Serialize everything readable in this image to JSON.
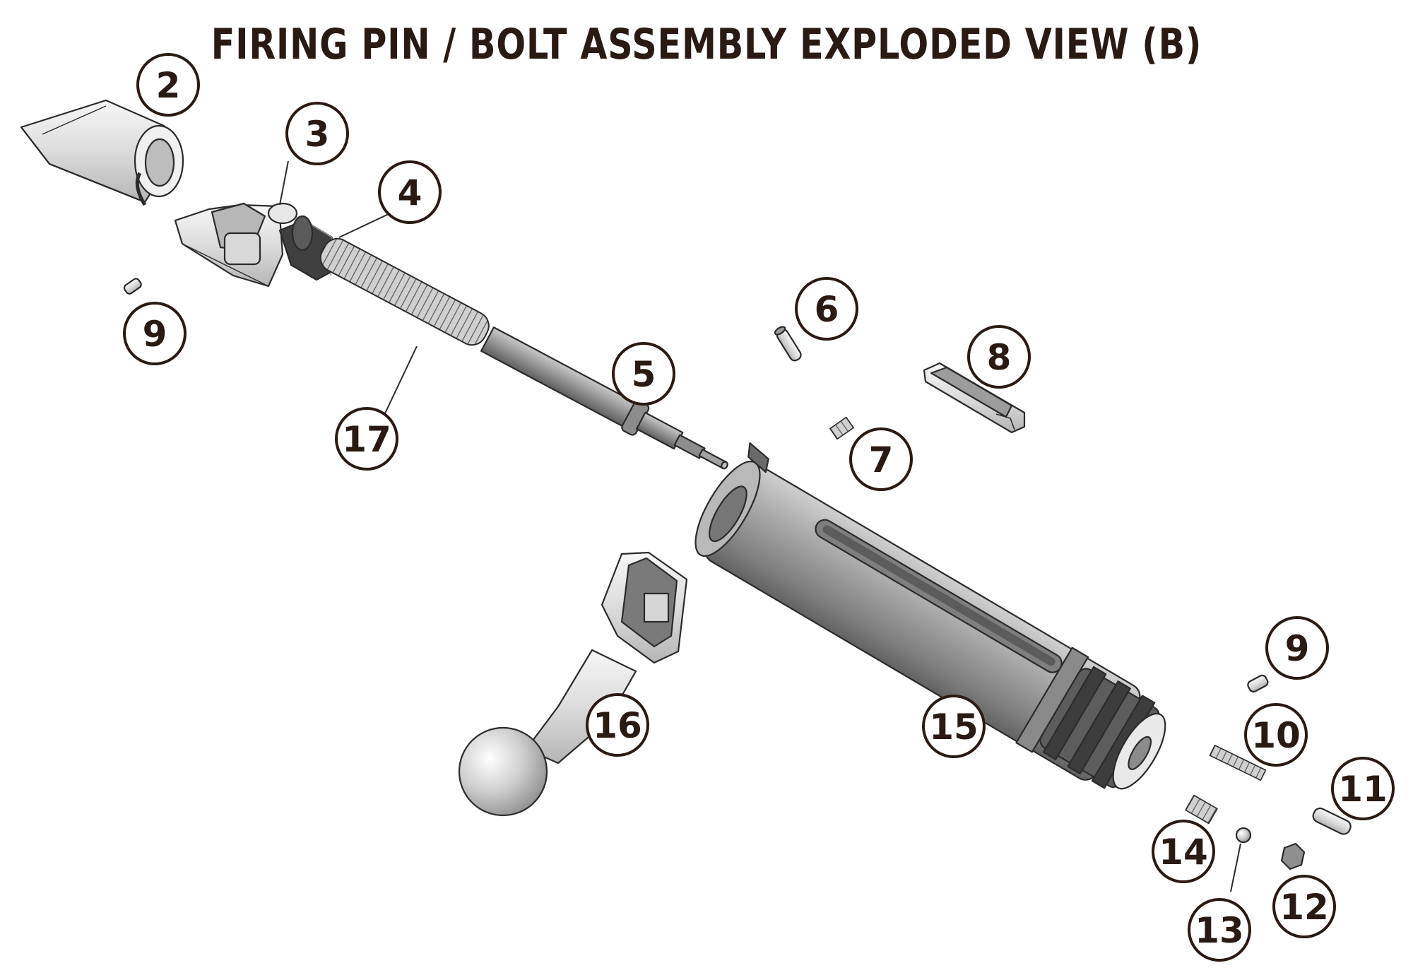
{
  "title": "FIRING PIN / BOLT ASSEMBLY EXPLODED VIEW (B)",
  "callouts": {
    "c2": "2",
    "c3": "3",
    "c4": "4",
    "c5": "5",
    "c6": "6",
    "c7": "7",
    "c8": "8",
    "c9a": "9",
    "c9b": "9",
    "c10": "10",
    "c11": "11",
    "c12": "12",
    "c13": "13",
    "c14": "14",
    "c15": "15",
    "c16": "16",
    "c17": "17"
  },
  "colors": {
    "ink": "#2a1a14",
    "line": "#2b2b2b",
    "part_light": "#e4e4e4",
    "part_mid": "#9a9a9a",
    "part_dark": "#6e6e6e"
  }
}
